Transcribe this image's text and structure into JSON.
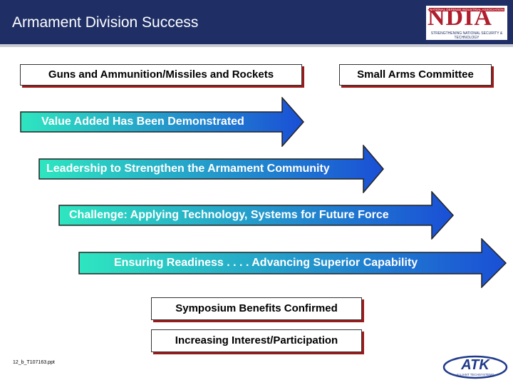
{
  "header": {
    "title": "Armament Division Success"
  },
  "logos": {
    "ndia_letters": "NDIA",
    "ndia_name": "NATIONAL DEFENSE INDUSTRIAL ASSOCIATION",
    "ndia_tagline": "STRENGTHENING NATIONAL SECURITY & TECHNOLOGY",
    "atk_letters": "ATK",
    "atk_tagline": "ALLIANT TECHSYSTEMS"
  },
  "top_boxes": [
    "Guns and Ammunition/Missiles and Rockets",
    "Small Arms Committee"
  ],
  "arrows": [
    "Value Added Has Been Demonstrated",
    "Leadership to Strengthen the Armament Community",
    "Challenge:  Applying Technology, Systems for Future Force",
    "Ensuring Readiness . . . . Advancing Superior Capability"
  ],
  "bottom_boxes": [
    "Symposium Benefits Confirmed",
    "Increasing Interest/Participation"
  ],
  "footer": {
    "file_code": "12_b_T107163.ppt"
  },
  "colors": {
    "header": "#1f2f66",
    "arrow_start": "#2ee6c0",
    "arrow_end": "#1a4fd6",
    "box_shadow": "#9a1b1b"
  }
}
